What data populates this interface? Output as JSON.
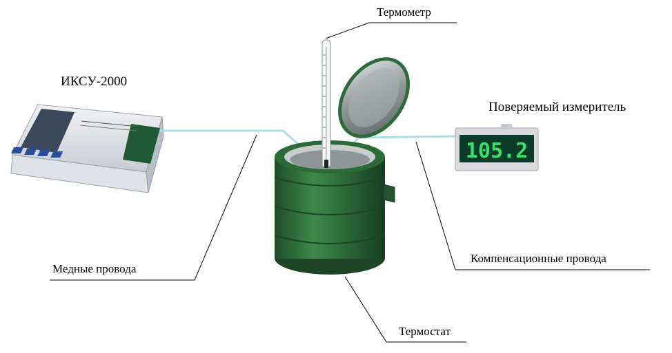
{
  "labels": {
    "thermometer": "Термометр",
    "iksu": "ИКСУ-2000",
    "meter": "Поверяемый измеритель",
    "copper_wires": "Медные провода",
    "comp_wires": "Компенсационные провода",
    "thermostat": "Термостат"
  },
  "display": {
    "reading": "105.2"
  },
  "colors": {
    "wire": "#a9dfe6",
    "thermostat": "#2f6b3a",
    "display_bg": "#0d3b2a",
    "display_digits": "#37e06b"
  }
}
